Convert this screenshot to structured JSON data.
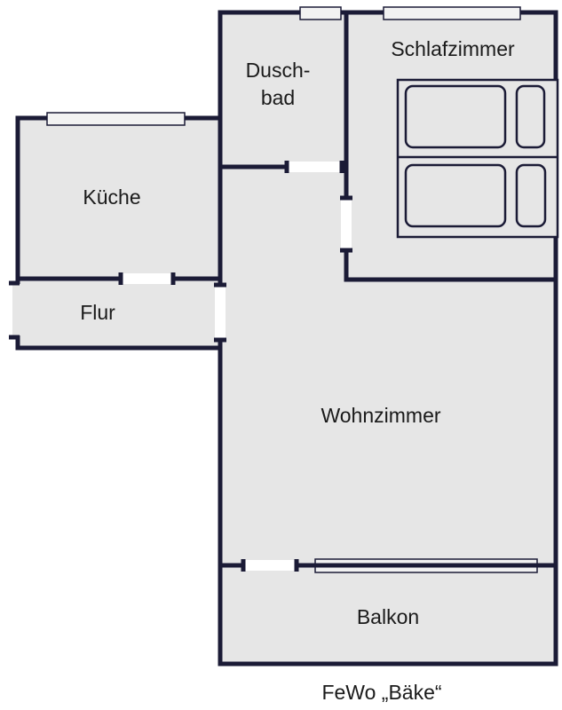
{
  "plan": {
    "rooms": {
      "schlafzimmer": "Schlafzimmer",
      "duschbad_line1": "Dusch-",
      "duschbad_line2": "bad",
      "kueche": "Küche",
      "flur": "Flur",
      "wohnzimmer": "Wohnzimmer",
      "balkon": "Balkon"
    },
    "caption": "FeWo „Bäke“",
    "colors": {
      "wall": "#1b1b36",
      "floor": "#e6e6e6"
    }
  }
}
